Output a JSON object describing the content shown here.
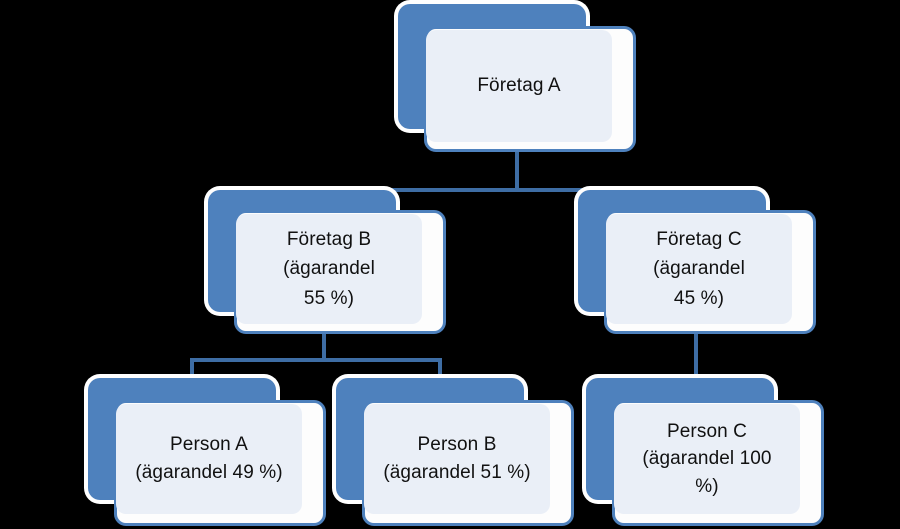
{
  "diagram": {
    "type": "organization-chart",
    "language": "sv",
    "background_color": "#000000",
    "palette": {
      "box_blue": "#4E81BD",
      "box_light_fill": "#EAEFF7",
      "box_white_fill": "#FDFDFD",
      "connector": "#3E6DA4",
      "text": "#111111"
    },
    "nodes": [
      {
        "id": "foretag-a",
        "label": "Företag A",
        "name": "Företag A",
        "ownership": null,
        "level": 0
      },
      {
        "id": "foretag-b",
        "label": "Företag B\n(ägarandel\n55 %)",
        "name": "Företag B",
        "ownership": "55 %",
        "level": 1
      },
      {
        "id": "foretag-c",
        "label": "Företag C\n(ägarandel\n45 %)",
        "name": "Företag C",
        "ownership": "45 %",
        "level": 1
      },
      {
        "id": "person-a",
        "label": "Person A\n(ägarandel 49 %)",
        "name": "Person A",
        "ownership": "49 %",
        "level": 2
      },
      {
        "id": "person-b",
        "label": "Person B\n(ägarandel 51 %)",
        "name": "Person B",
        "ownership": "51 %",
        "level": 2
      },
      {
        "id": "person-c",
        "label": "Person C\n(ägarandel 100\n%)",
        "name": "Person C",
        "ownership": "100 %",
        "level": 2
      }
    ],
    "edges": [
      {
        "from": "foretag-a",
        "to": "foretag-b"
      },
      {
        "from": "foretag-a",
        "to": "foretag-c"
      },
      {
        "from": "foretag-b",
        "to": "person-a"
      },
      {
        "from": "foretag-b",
        "to": "person-b"
      },
      {
        "from": "foretag-c",
        "to": "person-c"
      }
    ]
  }
}
